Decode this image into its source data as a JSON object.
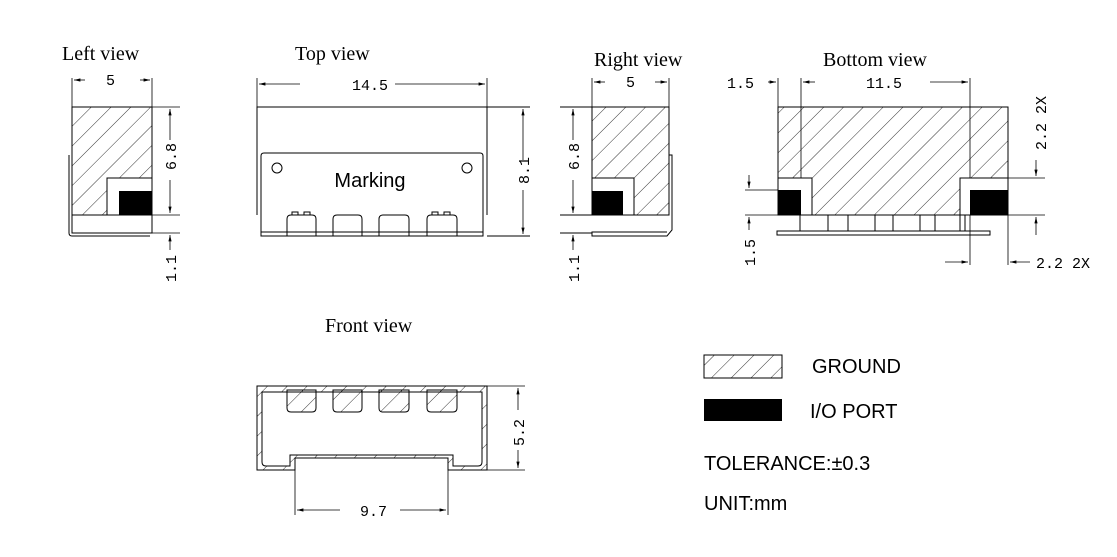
{
  "views": {
    "left": {
      "title": "Left view",
      "width": "5",
      "height": "6.8",
      "base": "1.1"
    },
    "top": {
      "title": "Top view",
      "width": "14.5",
      "height": "8.1",
      "marking": "Marking"
    },
    "right": {
      "title": "Right view",
      "width": "5",
      "height": "6.8",
      "base": "1.1"
    },
    "bottom": {
      "title": "Bottom view",
      "offset": "1.5",
      "span": "11.5",
      "pad_height": "2.2 2X",
      "pad_width": "2.2 2X",
      "pad_offset": "1.5"
    },
    "front": {
      "title": "Front view",
      "gap": "9.7",
      "height": "5.2"
    }
  },
  "legend": {
    "ground": "GROUND",
    "io_port": "I/O PORT",
    "tolerance": "TOLERANCE:±0.3",
    "unit": "UNIT:mm"
  },
  "colors": {
    "ink": "#000000",
    "background": "#ffffff"
  }
}
